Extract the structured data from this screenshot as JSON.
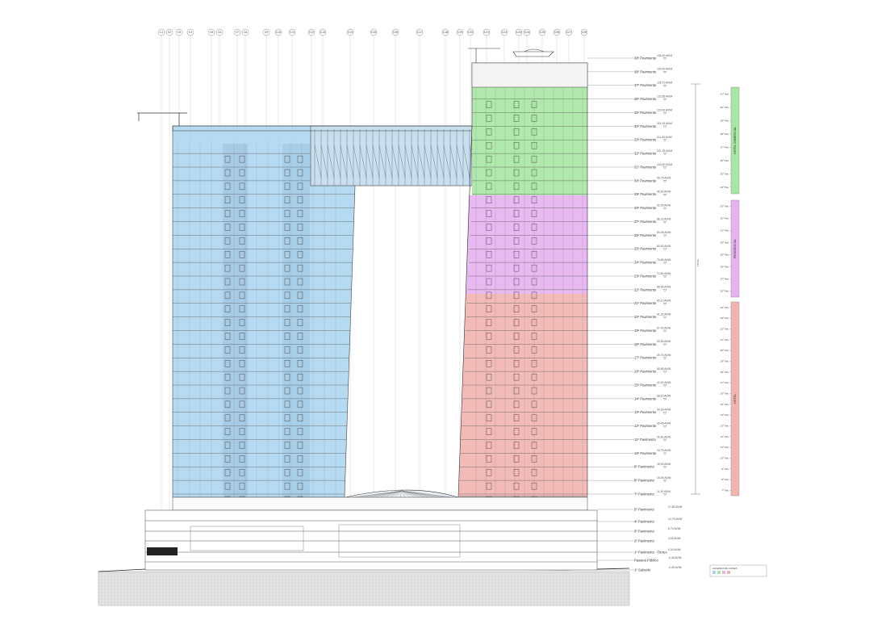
{
  "drawing": {
    "grid_labels": [
      "C1",
      "C2",
      "C3",
      "C4",
      "C5",
      "C6",
      "C7",
      "C8",
      "C9",
      "C10",
      "C11",
      "C12",
      "C13",
      "C14",
      "C15",
      "C16",
      "C17",
      "C18",
      "C19",
      "C20",
      "C21",
      "C22",
      "C23",
      "C24",
      "C25",
      "C26",
      "C27",
      "C28",
      "C29"
    ],
    "levels": [
      {
        "label": "38º Pavimento",
        "elev": "135,40 AVIM"
      },
      {
        "label": "36º Pavimento",
        "elev": "130,00 AVIM"
      },
      {
        "label": "37º Pavimento",
        "elev": "126,70 AVIM"
      },
      {
        "label": "36º Pavimento",
        "elev": "122,85 AVIM"
      },
      {
        "label": "35º Pavimento",
        "elev": "119,00 AVIM"
      },
      {
        "label": "34º Pavimento",
        "elev": "115,15 AVIM"
      },
      {
        "label": "33º Pavimento",
        "elev": "111,30 AVIM"
      },
      {
        "label": "32º Pavimento",
        "elev": "107,45 AVIM"
      },
      {
        "label": "31º Pavimento",
        "elev": "103,60 AVIM"
      },
      {
        "label": "30º Pavimento",
        "elev": "99,75 AVIM"
      },
      {
        "label": "29º Pavimento",
        "elev": "95,90 AVIM"
      },
      {
        "label": "28º Pavimento",
        "elev": "92,05 AVIM"
      },
      {
        "label": "27º Pavimento",
        "elev": "88,20 AVIM"
      },
      {
        "label": "26º Pavimento",
        "elev": "84,35 AVIM"
      },
      {
        "label": "25º Pavimento",
        "elev": "80,50 AVIM"
      },
      {
        "label": "24º Pavimento",
        "elev": "76,65 AVIM"
      },
      {
        "label": "23º Pavimento",
        "elev": "72,80 AVIM"
      },
      {
        "label": "22º Pavimento",
        "elev": "68,95 AVIM"
      },
      {
        "label": "21º Pavimento",
        "elev": "65,10 AVIM"
      },
      {
        "label": "20º Pavimento",
        "elev": "61,25 AVIM"
      },
      {
        "label": "19º Pavimento",
        "elev": "57,40 AVIM"
      },
      {
        "label": "18º Pavimento",
        "elev": "53,55 AVIM"
      },
      {
        "label": "17º Pavimento",
        "elev": "49,70 AVIM"
      },
      {
        "label": "16º Pavimento",
        "elev": "45,85 AVIM"
      },
      {
        "label": "15º Pavimento",
        "elev": "42,00 AVIM"
      },
      {
        "label": "14º Pavimento",
        "elev": "38,15 AVIM"
      },
      {
        "label": "13º Pavimento",
        "elev": "34,30 AVIM"
      },
      {
        "label": "12º Pavimento",
        "elev": "30,45 AVIM"
      },
      {
        "label": "11º Pavimento",
        "elev": "26,60 AVIM"
      },
      {
        "label": "10º Pavimento",
        "elev": "22,75 AVIM"
      },
      {
        "label": "9º Pavimento",
        "elev": "18,90 AVIM"
      },
      {
        "label": "8º Pavimento",
        "elev": "15,05 AVIM"
      },
      {
        "label": "7º Pavimento",
        "elev": "11,20 AVIM"
      }
    ],
    "podium_levels": [
      {
        "label": "5º Pavimento",
        "elev": "17,85 AVIM"
      },
      {
        "label": "4º Pavimento",
        "elev": "12,75 AVIM"
      },
      {
        "label": "3º Pavimento",
        "elev": "8,70 AVIM"
      },
      {
        "label": "2º Pavimento",
        "elev": "4,95 AVIM"
      },
      {
        "label": "1º Pavimento - Térreo",
        "elev": "0,00 AVIM"
      },
      {
        "label": "Passeio Público",
        "elev": "-0,48 AVIM"
      },
      {
        "label": "1º Subsolo",
        "elev": "-3,45 AVIM"
      }
    ],
    "zones": [
      {
        "name": "HOTEL COMERCIAL",
        "color": "#a8e6a3",
        "floors": [
          "41º Pav",
          "40º Pav",
          "39º Pav",
          "38º Pav",
          "37º Pav",
          "36º Pav",
          "35º Pav",
          "34º Pav"
        ]
      },
      {
        "name": "RESIDENCIAL",
        "color": "#e6b3f0",
        "floors": [
          "33º Pav",
          "32º Pav",
          "31º Pav",
          "30º Pav",
          "29º Pav",
          "28º Pav",
          "27º Pav",
          "25º Pav"
        ]
      },
      {
        "name": "HOTEL",
        "color": "#f2b4b0",
        "floors": [
          "24º Pav",
          "23º Pav",
          "22º Pav",
          "21º Pav",
          "20º Pav",
          "19º Pav",
          "18º Pav",
          "17º Pav",
          "16º Pav",
          "15º Pav",
          "14º Pav",
          "13º Pav",
          "12º Pav",
          "11º Pav",
          "10º Pav",
          "9º Pav",
          "8º Pav",
          "7º Pav"
        ]
      }
    ],
    "colors": {
      "office_block": "#a9d3ee",
      "hotel_commercial": "#a8e6a3",
      "residential": "#e6b3f0",
      "hotel": "#f2b4b0",
      "ground": "#d9d9d9",
      "line": "#333333"
    },
    "notes": {
      "legend_title": "LEGENDA DE CORES",
      "total_height": "TOTAL"
    }
  }
}
